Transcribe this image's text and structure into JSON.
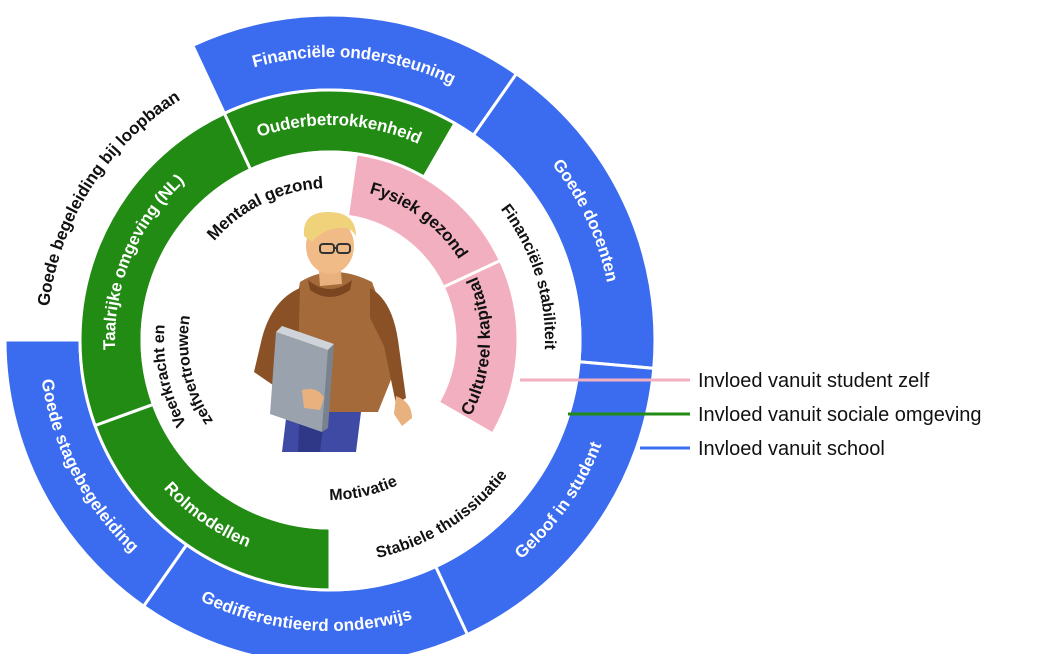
{
  "colors": {
    "school": "#3b6cf0",
    "social": "#228b14",
    "student": "#f2afc0",
    "ring_border": "#ffffff",
    "text_dark": "#111111",
    "text_light": "#ffffff"
  },
  "outer_ring": {
    "label": "Invloed vanuit school",
    "segments": [
      {
        "label": "Financiële ondersteuning",
        "filled": true
      },
      {
        "label": "Goede docenten",
        "filled": true
      },
      {
        "label": "Geloof in student",
        "filled": true
      },
      {
        "label": "Gedifferentieerd onderwijs",
        "filled": true
      },
      {
        "label": "Goede stagebegeleiding",
        "filled": true
      },
      {
        "label": "Goede begeleiding bij loopbaan",
        "filled": false
      }
    ]
  },
  "middle_ring": {
    "label": "Invloed vanuit sociale omgeving",
    "segments": [
      {
        "label": "Ouderbetrokkenheid",
        "filled": true
      },
      {
        "label": "Financiële stabiliteit",
        "filled": false
      },
      {
        "label": "Stabiele thuissiuatie",
        "filled": false
      },
      {
        "label": "Rolmodellen",
        "filled": true
      },
      {
        "label": "Taalrijke omgeving (NL)",
        "filled": true
      }
    ]
  },
  "inner_ring": {
    "label": "Invloed vanuit student zelf",
    "segments": [
      {
        "label": "Fysiek gezond",
        "filled": true
      },
      {
        "label": "Cultureel kapitaal",
        "filled": true
      },
      {
        "label": "Motivatie",
        "filled": false
      },
      {
        "label": "Veerkracht en zelfvertrouwen",
        "filled": false
      },
      {
        "label": "Mentaal gezond",
        "filled": false
      }
    ]
  },
  "legend": [
    {
      "label": "Invloed vanuit student zelf",
      "color": "#f2afc0"
    },
    {
      "label": "Invloed vanuit sociale omgeving",
      "color": "#228b14"
    },
    {
      "label": "Invloed vanuit school",
      "color": "#3b6cf0"
    }
  ],
  "center_icon": "student-with-laptop-icon"
}
